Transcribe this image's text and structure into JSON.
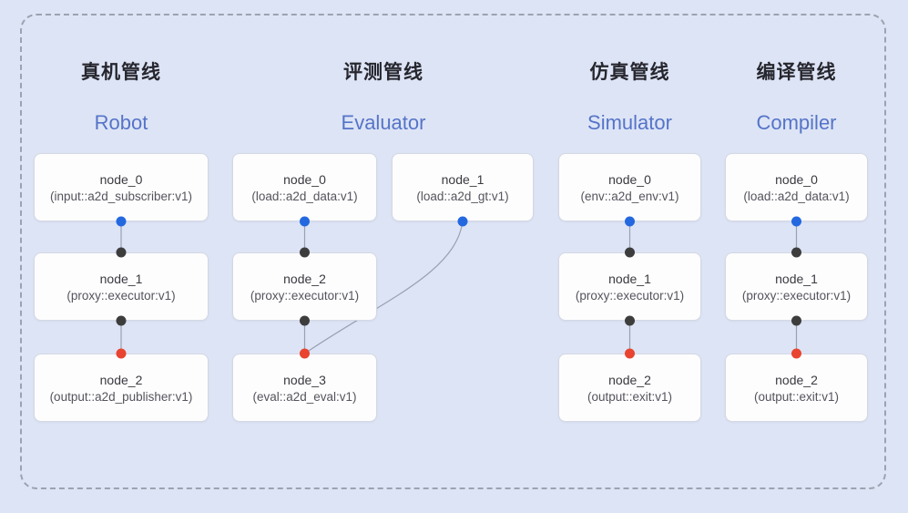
{
  "diagram": {
    "pipelines": [
      {
        "title_zh": "真机管线",
        "title_en": "Robot",
        "nodes": [
          {
            "name": "node_0",
            "type": "(input::a2d_subscriber:v1)"
          },
          {
            "name": "node_1",
            "type": "(proxy::executor:v1)"
          },
          {
            "name": "node_2",
            "type": "(output::a2d_publisher:v1)"
          }
        ]
      },
      {
        "title_zh": "评测管线",
        "title_en": "Evaluator",
        "nodes": [
          {
            "name": "node_0",
            "type": "(load::a2d_data:v1)"
          },
          {
            "name": "node_1",
            "type": "(load::a2d_gt:v1)"
          },
          {
            "name": "node_2",
            "type": "(proxy::executor:v1)"
          },
          {
            "name": "node_3",
            "type": "(eval::a2d_eval:v1)"
          }
        ]
      },
      {
        "title_zh": "仿真管线",
        "title_en": "Simulator",
        "nodes": [
          {
            "name": "node_0",
            "type": "(env::a2d_env:v1)"
          },
          {
            "name": "node_1",
            "type": "(proxy::executor:v1)"
          },
          {
            "name": "node_2",
            "type": "(output::exit:v1)"
          }
        ]
      },
      {
        "title_zh": "编译管线",
        "title_en": "Compiler",
        "nodes": [
          {
            "name": "node_0",
            "type": "(load::a2d_data:v1)"
          },
          {
            "name": "node_1",
            "type": "(proxy::executor:v1)"
          },
          {
            "name": "node_2",
            "type": "(output::exit:v1)"
          }
        ]
      }
    ],
    "edges": [
      {
        "from": "robot.node_0",
        "to": "robot.node_1"
      },
      {
        "from": "robot.node_1",
        "to": "robot.node_2"
      },
      {
        "from": "evaluator.node_0",
        "to": "evaluator.node_2"
      },
      {
        "from": "evaluator.node_1",
        "to": "evaluator.node_3",
        "shape": "curve"
      },
      {
        "from": "evaluator.node_2",
        "to": "evaluator.node_3"
      },
      {
        "from": "simulator.node_0",
        "to": "simulator.node_1"
      },
      {
        "from": "simulator.node_1",
        "to": "simulator.node_2"
      },
      {
        "from": "compiler.node_0",
        "to": "compiler.node_1"
      },
      {
        "from": "compiler.node_1",
        "to": "compiler.node_2"
      }
    ],
    "colors": {
      "background": "#dde4f5",
      "panel_border": "#9ba3b0",
      "node_bg": "#fdfdfe",
      "node_border": "#d5d8e3",
      "node_name": "#3a3a40",
      "node_type": "#54545c",
      "title_zh": "#26262e",
      "title_en": "#5574c8",
      "edge": "#99a1b4",
      "port_blue": "#2468e0",
      "port_dark": "#3d3d3d",
      "port_red": "#e8442f"
    }
  }
}
